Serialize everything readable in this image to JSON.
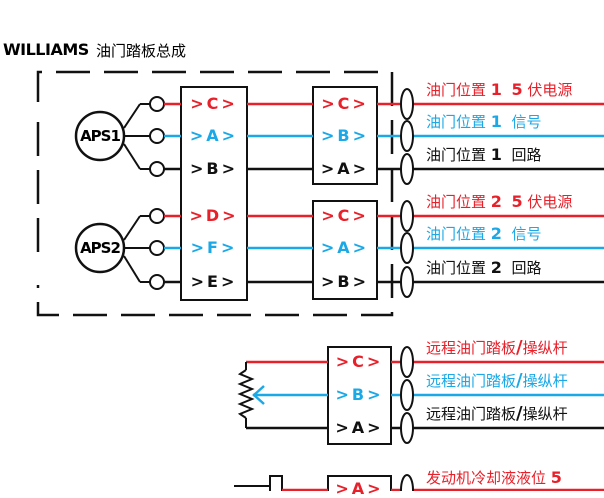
{
  "title": {
    "brand": "WILLIAMS",
    "subtitle": "油门踏板总成"
  },
  "sensors": [
    {
      "name": "APS1"
    },
    {
      "name": "APS2"
    }
  ],
  "colors": {
    "red": "#e8202a",
    "blue": "#1aa8e6",
    "black": "#111111"
  },
  "groups": [
    {
      "pins_left": [
        ">C>",
        ">A>",
        ">B>"
      ],
      "pins_right": [
        ">C>",
        ">B>",
        ">A>"
      ],
      "labels": [
        {
          "pre": "油门位置",
          "n1": "1",
          "n2": "5",
          "post": "伏电源",
          "color": "red"
        },
        {
          "pre": "油门位置",
          "n1": "1",
          "n2": "",
          "post": "信号",
          "color": "blue"
        },
        {
          "pre": "油门位置",
          "n1": "1",
          "n2": "",
          "post": "回路",
          "color": "black"
        }
      ]
    },
    {
      "pins_left": [
        ">D>",
        ">F>",
        ">E>"
      ],
      "pins_right": [
        ">C>",
        ">A>",
        ">B>"
      ],
      "labels": [
        {
          "pre": "油门位置",
          "n1": "2",
          "n2": "5",
          "post": "伏电源",
          "color": "red"
        },
        {
          "pre": "油门位置",
          "n1": "2",
          "n2": "",
          "post": "信号",
          "color": "blue"
        },
        {
          "pre": "油门位置",
          "n1": "2",
          "n2": "",
          "post": "回路",
          "color": "black"
        }
      ]
    }
  ],
  "remote": {
    "pins": [
      ">C>",
      ">B>",
      ">A>"
    ],
    "labels": [
      {
        "a": "远程油门踏板",
        "b": "操纵杆",
        "color": "red"
      },
      {
        "a": "远程油门踏板",
        "b": "操纵杆",
        "color": "blue"
      },
      {
        "a": "远程油门踏板",
        "b": "操纵杆",
        "color": "black"
      }
    ]
  },
  "coolant": {
    "pin": ">A>",
    "label": "发动机冷却液液位",
    "n": "5"
  }
}
